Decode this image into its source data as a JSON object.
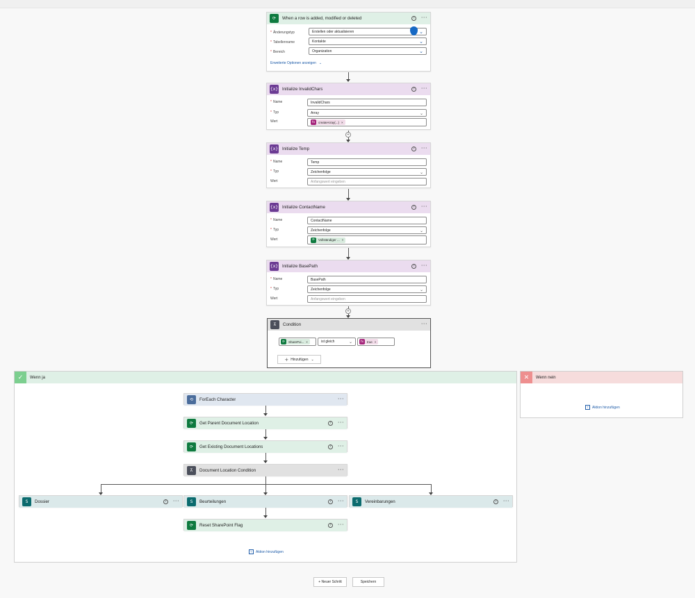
{
  "trigger": {
    "title": "When a row is added, modified or deleted",
    "fields": [
      {
        "label": "Änderungstyp",
        "value": "Erstellen oder aktualisieren"
      },
      {
        "label": "Tabellenname",
        "value": "Kontakte"
      },
      {
        "label": "Bereich",
        "value": "Organization"
      }
    ],
    "advanced_link": "Erweiterte Optionen anzeigen"
  },
  "init_invalid": {
    "title": "Initialize InvalidChars",
    "labels": {
      "name": "Name",
      "type": "Typ",
      "value": "Wert"
    },
    "name_value": "InvalidChars",
    "type_value": "Array",
    "token": "createArray(...)"
  },
  "init_temp": {
    "title": "Initialize Temp",
    "labels": {
      "name": "Name",
      "type": "Typ",
      "value": "Wert"
    },
    "name_value": "Temp",
    "type_value": "Zeichenfolge",
    "value_placeholder": "Anfangswert eingeben"
  },
  "init_contact": {
    "title": "Initialize ContactName",
    "labels": {
      "name": "Name",
      "type": "Typ",
      "value": "Wert"
    },
    "name_value": "ContactName",
    "type_value": "Zeichenfolge",
    "token": "Vollständiger ..."
  },
  "init_base": {
    "title": "Initialize BasePath",
    "labels": {
      "name": "Name",
      "type": "Typ",
      "value": "Wert"
    },
    "name_value": "BasePath",
    "type_value": "Zeichenfolge",
    "value_placeholder": "Anfangswert eingeben"
  },
  "condition": {
    "title": "Condition",
    "left_token": "SharePoi...",
    "operator": "ist gleich",
    "right_token": "true",
    "add_button": "Hinzufügen"
  },
  "branch_yes": {
    "title": "Wenn ja",
    "add_action": "Aktion hinzufügen",
    "steps": {
      "foreach": "ForEach Character",
      "get_parent": "Get Parent Document Location",
      "get_existing": "Get Existing Document Locations",
      "doc_condition": "Document Location Condition",
      "dossier": "Dossier",
      "beurteilungen": "Beurteilungen",
      "vereinbarungen": "Vereinbarungen",
      "reset_flag": "Reset SharePoint Flag"
    }
  },
  "branch_no": {
    "title": "Wenn nein",
    "add_action": "Aktion hinzufügen"
  },
  "footer": {
    "new_step": "+ Neuer Schritt",
    "save": "Speichern"
  },
  "icons": {
    "dataverse": "dataverse-icon",
    "variable": "variable-icon",
    "condition": "condition-icon",
    "loop": "loop-icon",
    "sharepoint": "sharepoint-icon",
    "expression": "fx-icon"
  },
  "colors": {
    "dataverse_green": "#0e7a3f",
    "variable_purple": "#6b3a93",
    "link_blue": "#1d5ba8",
    "yes_green": "#dff0e6",
    "no_red": "#f6dcdc"
  }
}
